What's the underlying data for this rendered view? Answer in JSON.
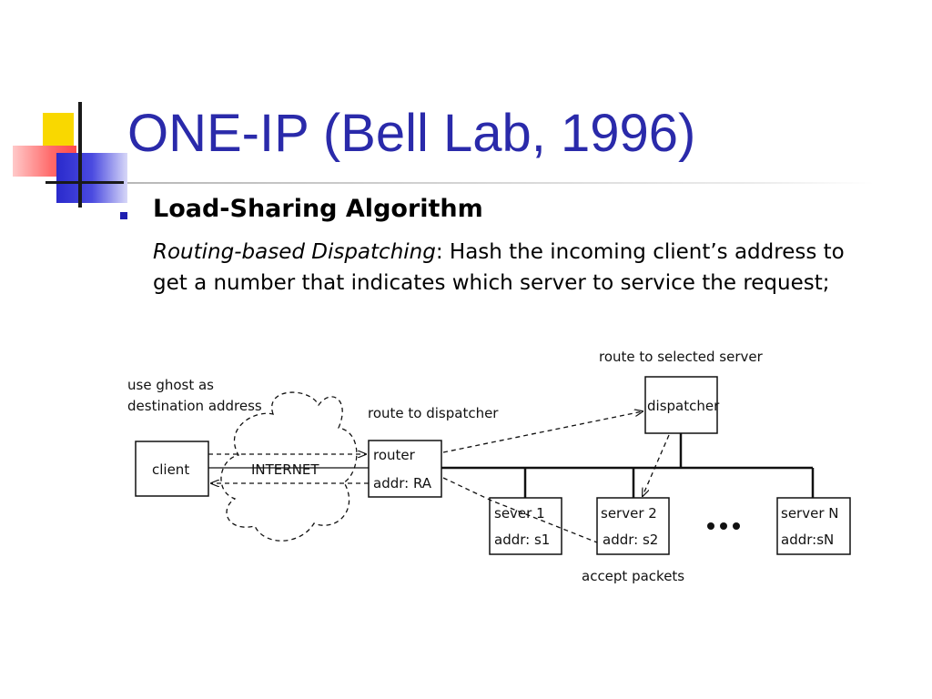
{
  "slide": {
    "title": "ONE-IP (Bell Lab, 1996)",
    "bullet_heading": "Load-Sharing Algorithm",
    "body_italic": "Routing-based Dispatching",
    "body_rest": ": Hash the incoming client’s address to get a number that indicates which server to service the request;"
  },
  "diagram": {
    "label_route_selected": "route to selected server",
    "label_ghost_1": "use ghost as",
    "label_ghost_2": "destination address",
    "label_route_dispatcher": "route to dispatcher",
    "label_accept": "accept packets",
    "client": "client",
    "internet": "INTERNET",
    "router_1": "router",
    "router_2": "addr: RA",
    "dispatcher": "dispatcher",
    "server1_1": "sever 1",
    "server1_2": "addr: s1",
    "server2_1": "server 2",
    "server2_2": "addr: s2",
    "serverN_1": "server N",
    "serverN_2": "addr:sN"
  },
  "colors": {
    "title": "#2a2aaa",
    "bullet": "#1f1fb0",
    "deco_yellow": "#f9d800",
    "deco_red": "#ff4a4a",
    "deco_blue": "#2a2acc"
  }
}
